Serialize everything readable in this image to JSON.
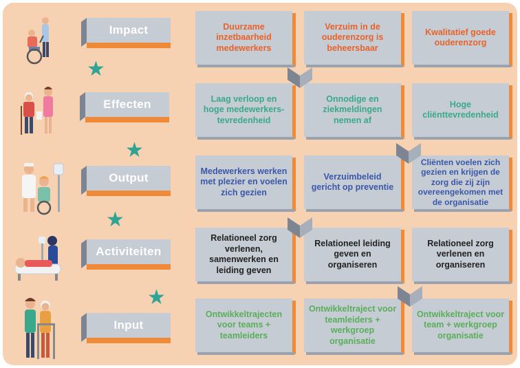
{
  "rows": {
    "impact": {
      "label": "Impact",
      "cards": [
        "Duurzame inzetbaarheid medewerkers",
        "Verzuim in de ouderenzorg is beheersbaar",
        "Kwalitatief goede ouderenzorg"
      ]
    },
    "effecten": {
      "label": "Effecten",
      "cards": [
        "Laag verloop en hoge medewerkers-tevredenheid",
        "Onnodige en ziekmeldingen nemen af",
        "Hoge cliënttevredenheid"
      ]
    },
    "output": {
      "label": "Output",
      "cards": [
        "Medewerkers werken met plezier en voelen zich gezien",
        "Verzuimbeleid gericht op preventie",
        "Cliënten voelen zich gezien en krijgen de zorg die zij zijn overeengekomen met de organisatie"
      ]
    },
    "activiteiten": {
      "label": "Activiteiten",
      "cards": [
        "Relationeel zorg verlenen, samenwerken en leiding geven",
        "Relationeel leiding geven en organiseren",
        "Relationeel zorg verlenen en organiseren"
      ]
    },
    "input": {
      "label": "Input",
      "cards": [
        "Ontwikkeltrajecten voor teams + teamleiders",
        "Ontwikkeltraject voor teamleiders + werkgroep organisatie",
        "Ontwikkeltraject voor team + werkgroep organisatie"
      ]
    }
  },
  "icons": [
    "star-icon",
    "chevron-down-icon",
    "caregiver-wheelchair-illustration",
    "caregiver-elderly-illustration",
    "nurse-patient-illustration",
    "hospital-bed-illustration",
    "elderly-walker-illustration"
  ],
  "colors": {
    "background": "#f7d2b2",
    "card": "#c6ccd4",
    "accent_orange": "#f08a38",
    "star_teal": "#2fa394",
    "impact_text": "#e8622a",
    "effecten_text": "#3aa88a",
    "output_text": "#3a57a8",
    "activiteiten_text": "#222222",
    "input_text": "#5aae5a"
  }
}
